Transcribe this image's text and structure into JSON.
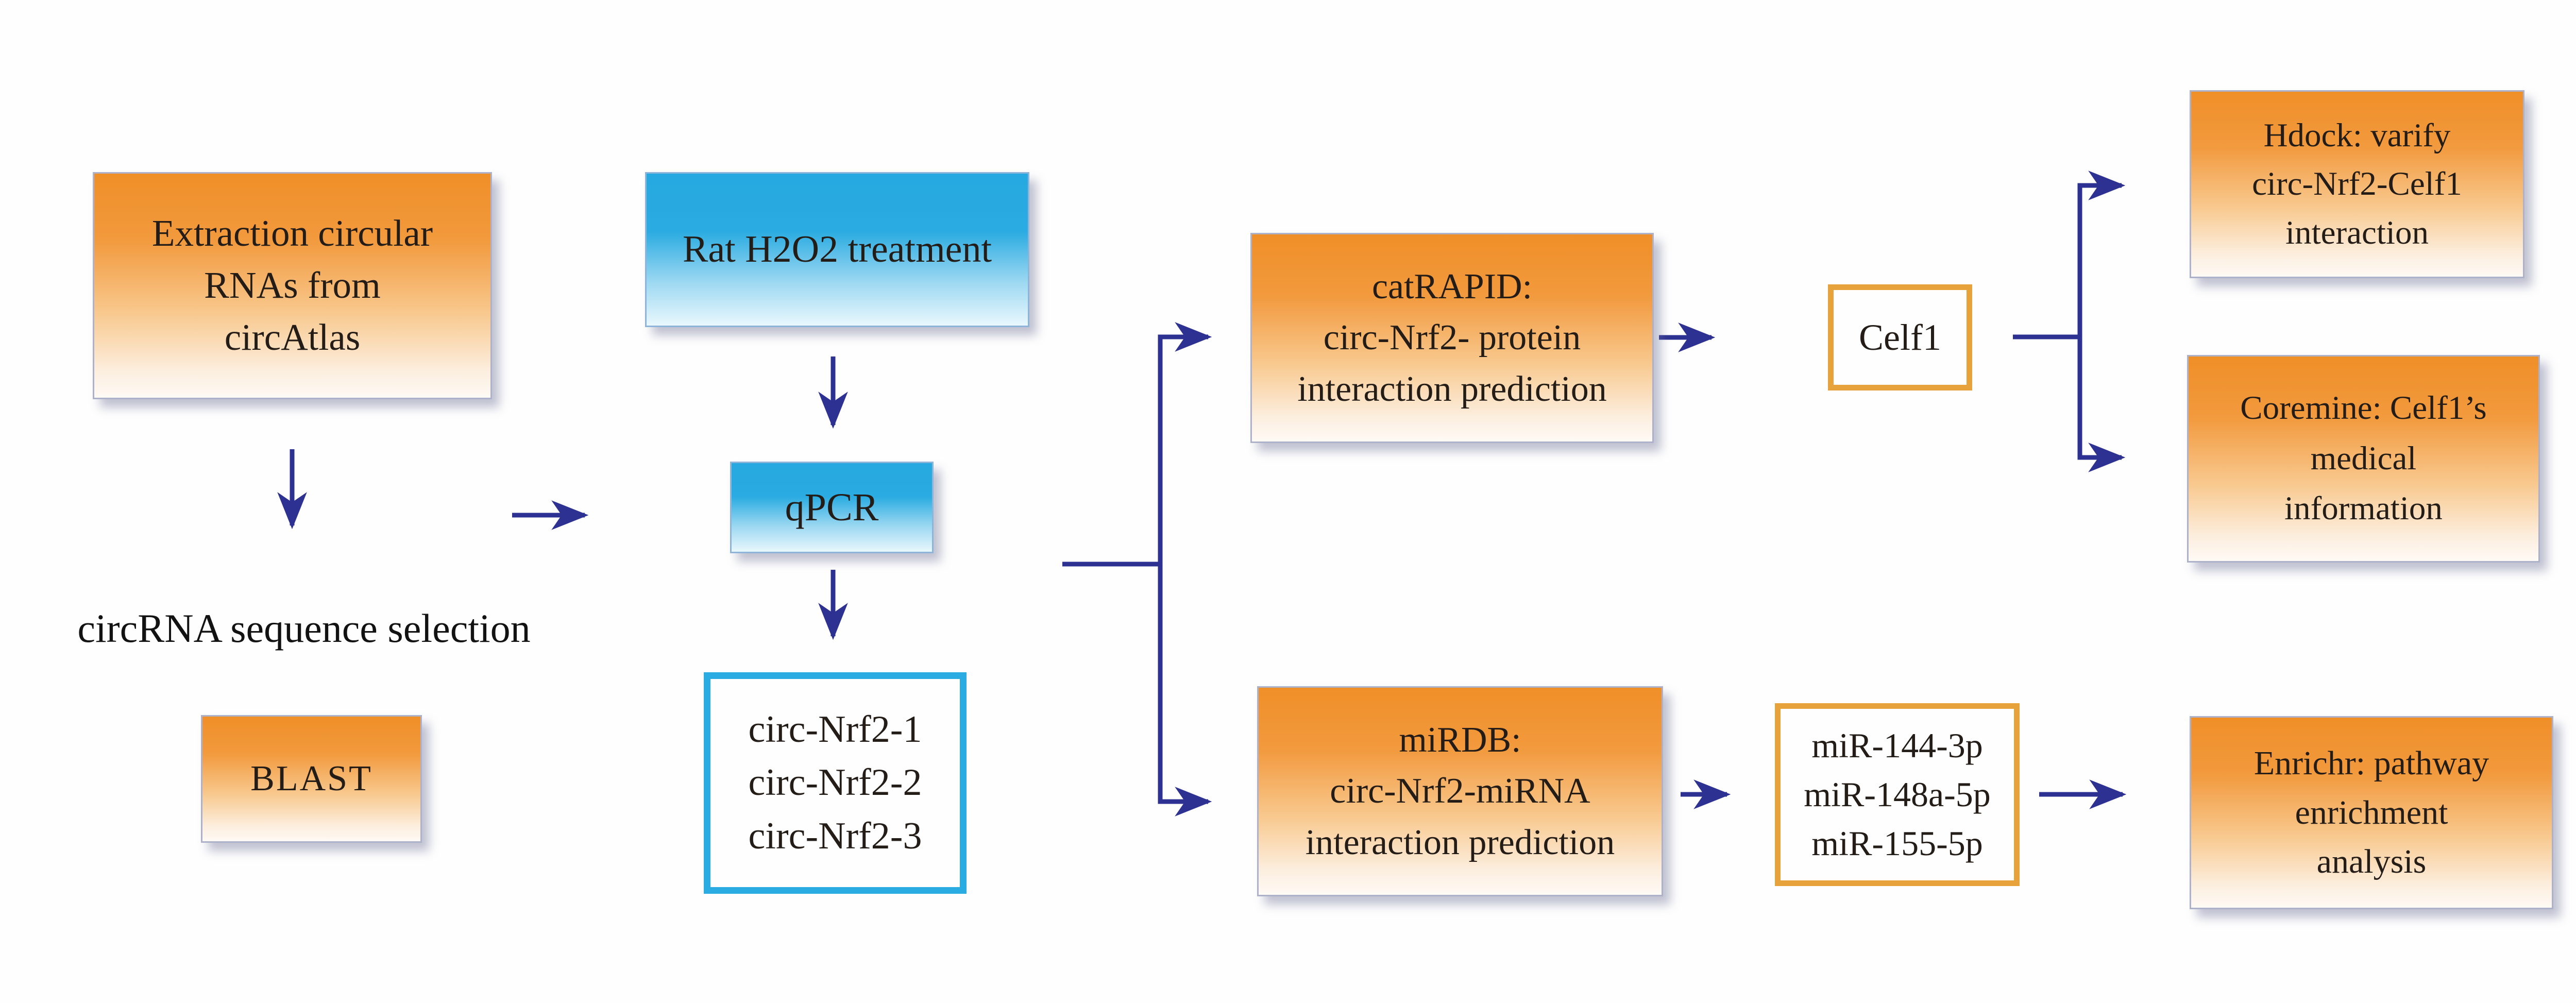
{
  "figure": {
    "type": "flowchart",
    "arrow_color": "#2d3191",
    "palette": {
      "orange_node_top": "#ef8f28",
      "blue_node_top": "#26a9e0",
      "cyan_border": "#2aace2",
      "orange_border": "#e8a23c",
      "text": "#231c17"
    },
    "nodes": {
      "extraction": {
        "style": "orange-gradient",
        "lines": [
          "Extraction circular",
          "RNAs from",
          "circAtlas"
        ]
      },
      "rat_treatment": {
        "style": "blue-gradient",
        "lines": [
          "Rat H2O2 treatment"
        ]
      },
      "qpcr": {
        "style": "blue-gradient",
        "lines": [
          "qPCR"
        ]
      },
      "circ_sequence_label": {
        "style": "plain-text",
        "lines": [
          "circRNA sequence selection"
        ]
      },
      "blast": {
        "style": "orange-gradient",
        "lines": [
          "BLAST"
        ]
      },
      "circ_nrf2_list": {
        "style": "white-cyan-border",
        "lines": [
          "circ-Nrf2-1",
          "circ-Nrf2-2",
          "circ-Nrf2-3"
        ]
      },
      "catrapid": {
        "style": "orange-gradient",
        "lines": [
          "catRAPID:",
          "circ-Nrf2- protein",
          "interaction prediction"
        ]
      },
      "celf1": {
        "style": "white-orange-border",
        "lines": [
          "Celf1"
        ]
      },
      "hdock": {
        "style": "orange-gradient",
        "lines": [
          "Hdock: varify",
          "circ-Nrf2-Celf1",
          "interaction"
        ]
      },
      "coremine": {
        "style": "orange-gradient",
        "lines": [
          "Coremine: Celf1’s",
          "medical",
          "information"
        ]
      },
      "mirdb": {
        "style": "orange-gradient",
        "lines": [
          "miRDB:",
          "circ-Nrf2-miRNA",
          "interaction prediction"
        ]
      },
      "mir_list": {
        "style": "white-orange-border",
        "lines": [
          "miR-144-3p",
          "miR-148a-5p",
          "miR-155-5p"
        ]
      },
      "enrichr": {
        "style": "orange-gradient",
        "lines": [
          "Enrichr: pathway",
          "enrichment",
          "analysis"
        ]
      }
    },
    "edges": [
      {
        "from": "extraction",
        "to": "circ_sequence_label",
        "type": "arrow-down"
      },
      {
        "from": "circ_sequence_label",
        "to": "qpcr",
        "type": "arrow-right"
      },
      {
        "from": "rat_treatment",
        "to": "qpcr",
        "type": "arrow-down"
      },
      {
        "from": "qpcr",
        "to": "circ_nrf2_list",
        "type": "arrow-down"
      },
      {
        "from": "qpcr-flow",
        "to": "catrapid",
        "type": "branch-up-arrow"
      },
      {
        "from": "qpcr-flow",
        "to": "mirdb",
        "type": "branch-down-arrow"
      },
      {
        "from": "catrapid",
        "to": "celf1",
        "type": "arrow-right"
      },
      {
        "from": "celf1",
        "to": "hdock",
        "type": "branch-up-arrow"
      },
      {
        "from": "celf1",
        "to": "coremine",
        "type": "branch-down-arrow"
      },
      {
        "from": "mirdb",
        "to": "mir_list",
        "type": "arrow-right"
      },
      {
        "from": "mir_list",
        "to": "enrichr",
        "type": "arrow-right"
      }
    ]
  }
}
